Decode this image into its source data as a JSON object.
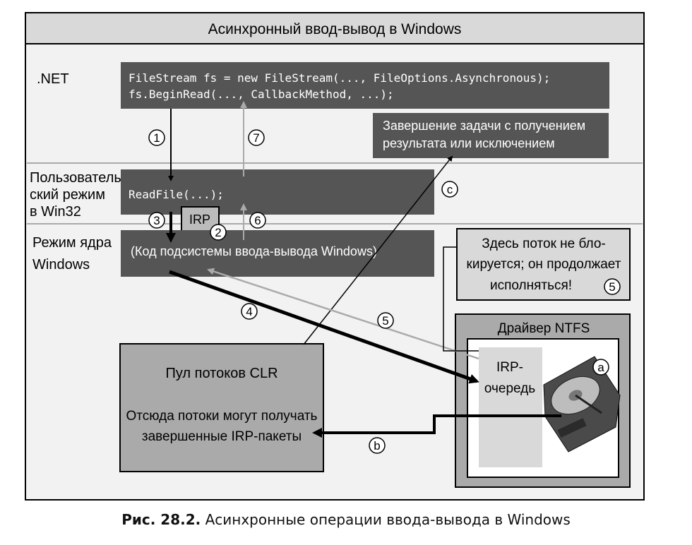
{
  "title": "Асинхронный ввод-вывод в Windows",
  "layers": {
    "dotnet": ".NET",
    "user_mode": [
      "Пользователь-",
      "ский режим",
      "в Win32"
    ],
    "kernel_mode": [
      "Режим ядра",
      "Windows"
    ]
  },
  "code": {
    "line1": "FileStream fs = new FileStream(..., FileOptions.Asynchronous);",
    "line2": "fs.BeginRead(..., CallbackMethod, ...);",
    "readfile": "ReadFile(...);"
  },
  "boxes": {
    "task_done": [
      "Завершение задачи с получением",
      "результата или исключением"
    ],
    "irp": "IRP",
    "kernel_code": "(Код подсистемы ввода-вывода Windows)",
    "no_block": [
      "Здесь поток не бло-",
      "кируется; он продолжает",
      "исполняться!"
    ],
    "ntfs": "Драйвер NTFS",
    "irp_queue": [
      "IRP-",
      "очередь"
    ],
    "pool_title": "Пул потоков CLR",
    "pool_text": [
      "Отсюда потоки могут получать",
      "завершенные IRP-пакеты"
    ]
  },
  "markers": {
    "m1": "1",
    "m2": "2",
    "m3": "3",
    "m4": "4",
    "m5": "5",
    "m5b": "5",
    "m6": "6",
    "m7": "7",
    "ma": "a",
    "mb": "b",
    "mc": "c"
  },
  "caption": {
    "label": "Рис. 28.2.",
    "text": " Асинхронные операции ввода-вывода в Windows"
  },
  "colors": {
    "dark_box": "#555555",
    "gray_box": "#d9d9d9",
    "title_bar": "#d9d9d9",
    "light_arrow": "#aaaaaa"
  }
}
